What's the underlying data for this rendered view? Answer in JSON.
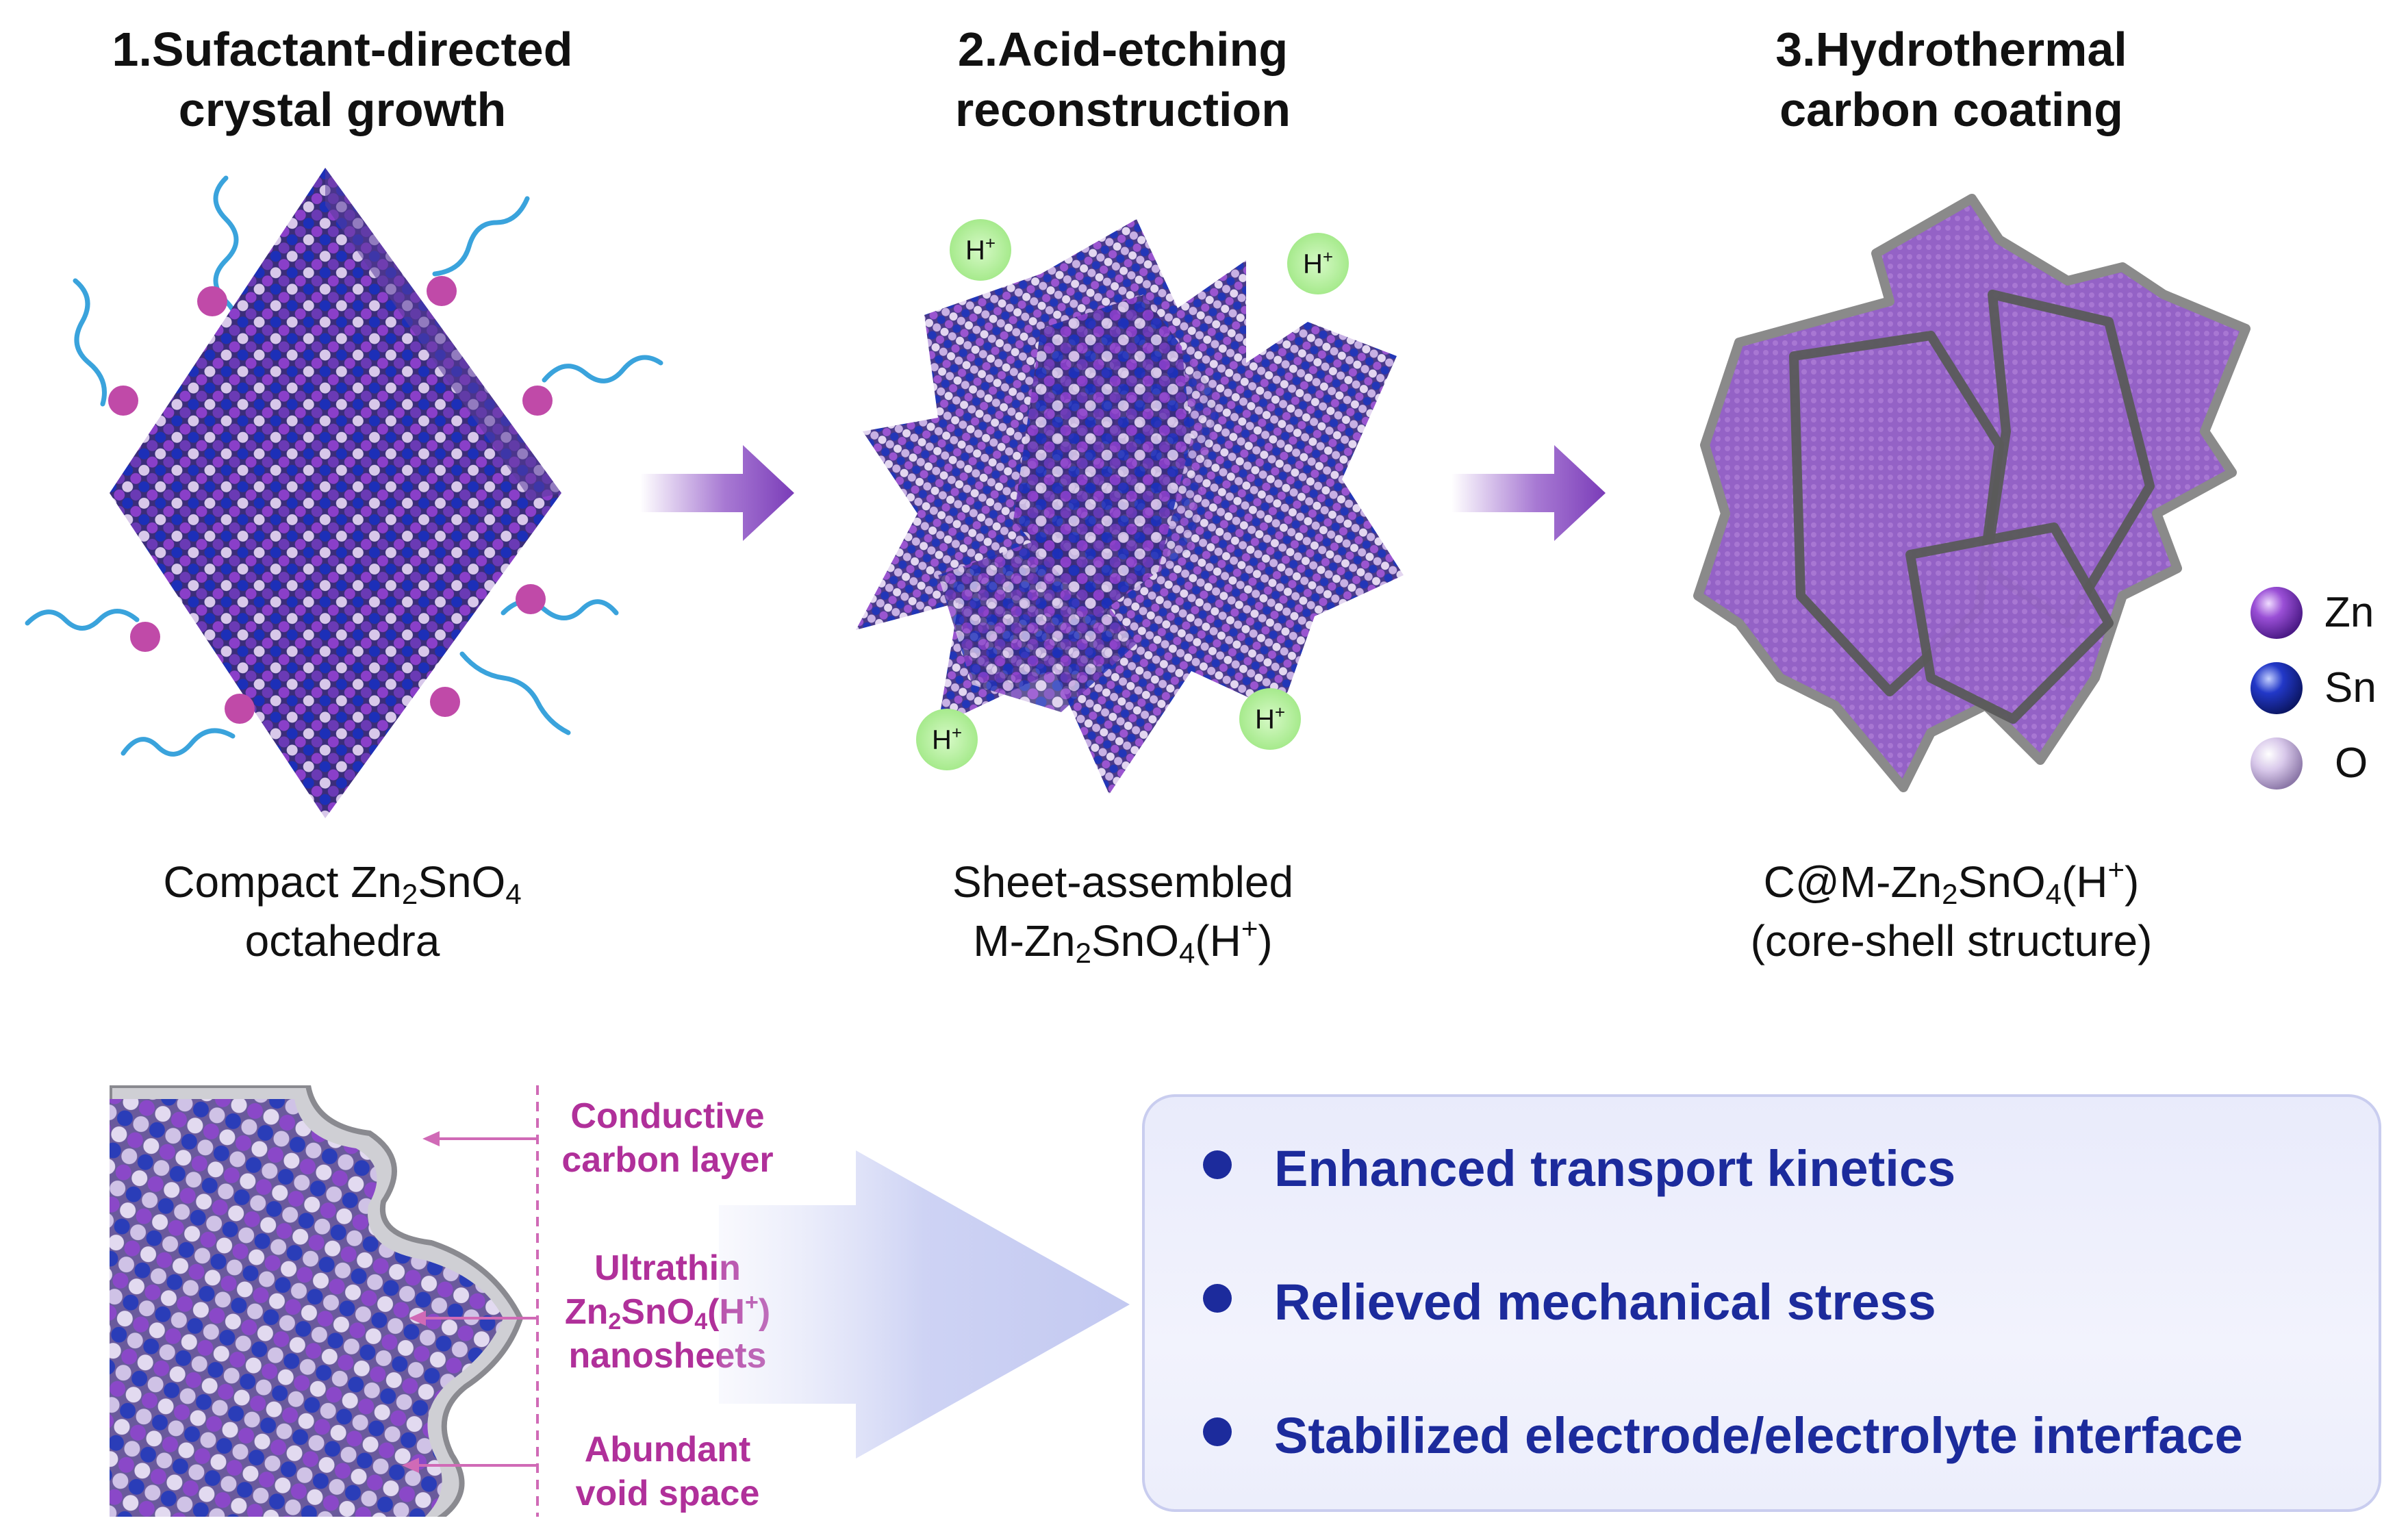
{
  "steps": [
    {
      "title_line1": "1.Sufactant-directed",
      "title_line2": "crystal growth"
    },
    {
      "title_line1": "2.Acid-etching",
      "title_line2": "reconstruction"
    },
    {
      "title_line1": "3.Hydrothermal",
      "title_line2": "carbon coating"
    }
  ],
  "captions": {
    "c1_line1_a": "Compact Zn",
    "c1_line1_sub1": "2",
    "c1_line1_b": "SnO",
    "c1_line1_sub2": "4",
    "c1_line2": "octahedra",
    "c2_line1": "Sheet-assembled",
    "c2_line2_a": "M-Zn",
    "c2_line2_sub1": "2",
    "c2_line2_b": "SnO",
    "c2_line2_sub2": "4",
    "c2_line2_c": "(H",
    "c2_line2_sup": "+",
    "c2_line2_d": ")",
    "c3_line1_a": "C@M-Zn",
    "c3_line1_sub1": "2",
    "c3_line1_b": "SnO",
    "c3_line1_sub2": "4",
    "c3_line1_c": "(H",
    "c3_line1_sup": "+",
    "c3_line1_d": ")",
    "c3_line2": "(core-shell structure)"
  },
  "proton_label": "H",
  "proton_sup": "+",
  "legend": {
    "items": [
      {
        "label": "Zn",
        "color": "#8a3fc9"
      },
      {
        "label": "Sn",
        "color": "#1c2fb8"
      },
      {
        "label": "O",
        "color": "#d8c8ea"
      }
    ]
  },
  "zoom_labels": {
    "carbon_line1": "Conductive",
    "carbon_line2": "carbon layer",
    "sheets_line1": "Ultrathin",
    "sheets_line2_a": "Zn",
    "sheets_line2_sub1": "2",
    "sheets_line2_b": "SnO",
    "sheets_line2_sub2": "4",
    "sheets_line2_c": "(H",
    "sheets_line2_sup": "+",
    "sheets_line2_d": ")",
    "sheets_line3": "nanosheets",
    "void_line1": "Abundant",
    "void_line2": "void space"
  },
  "benefits": [
    "Enhanced transport kinetics",
    "Relieved mechanical stress",
    "Stabilized electrode/electrolyte interface"
  ],
  "colors": {
    "arrow": "#8a4cc4",
    "label_magenta": "#b0309a",
    "benefit_blue": "#1c2b9c",
    "surfactant_tail": "#3aa3dc",
    "surfactant_head": "#c04aa8",
    "proton_fill": "#b9f0a4",
    "sheet_fill": "#9a64c9"
  }
}
